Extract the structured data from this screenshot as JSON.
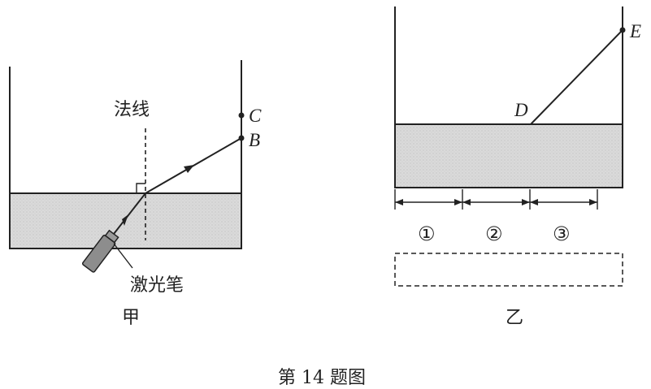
{
  "left_panel": {
    "normal_label": "法线",
    "point_c": "C",
    "point_b": "B",
    "pen_label": "激光笔",
    "caption": "甲"
  },
  "right_panel": {
    "point_e": "E",
    "point_d": "D",
    "segment_labels": [
      "①",
      "②",
      "③"
    ],
    "caption": "乙"
  },
  "figure_caption": "第 14 题图",
  "colors": {
    "liquid": "#d9d9d9",
    "ink": "#222222"
  }
}
